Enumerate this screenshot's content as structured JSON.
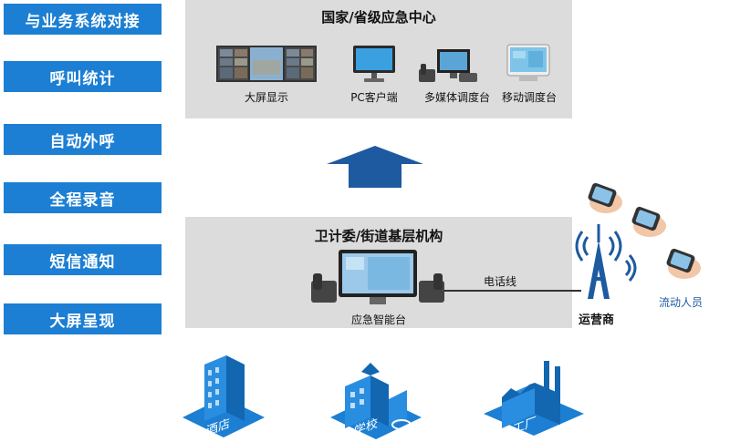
{
  "features": [
    "与业务系统对接",
    "呼叫统计",
    "自动外呼",
    "全程录音",
    "短信通知",
    "大屏呈现"
  ],
  "top_panel": {
    "title": "国家/省级应急中心",
    "devices": [
      {
        "label": "大屏显示",
        "icon": "video-wall-icon"
      },
      {
        "label": "PC客户端",
        "icon": "monitor-icon"
      },
      {
        "label": "多媒体调度台",
        "icon": "multimedia-console-icon"
      },
      {
        "label": "移动调度台",
        "icon": "tablet-icon"
      }
    ]
  },
  "bottom_panel": {
    "title": "卫计委/街道基层机构",
    "device_label": "应急智能台",
    "line_label": "电话线"
  },
  "operator_label": "运营商",
  "mobile_label": "流动人员",
  "buildings": [
    {
      "label": "酒店",
      "icon": "hotel-building-icon"
    },
    {
      "label": "学校",
      "icon": "school-building-icon"
    },
    {
      "label": "工厂",
      "icon": "factory-building-icon"
    }
  ],
  "colors": {
    "accent": "#1c7fd3",
    "arrow": "#1e5aa0",
    "panel": "#dcdcdc"
  }
}
